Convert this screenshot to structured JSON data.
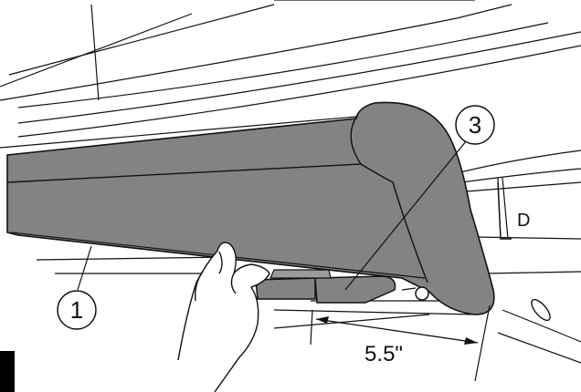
{
  "callouts": {
    "part_1": "1",
    "part_3": "3"
  },
  "dimension": {
    "label": "5.5\""
  },
  "side_mark": "D",
  "colors": {
    "part_fill": "#838383",
    "line": "#111111",
    "background": "#ffffff",
    "corner_block": "#000000"
  }
}
